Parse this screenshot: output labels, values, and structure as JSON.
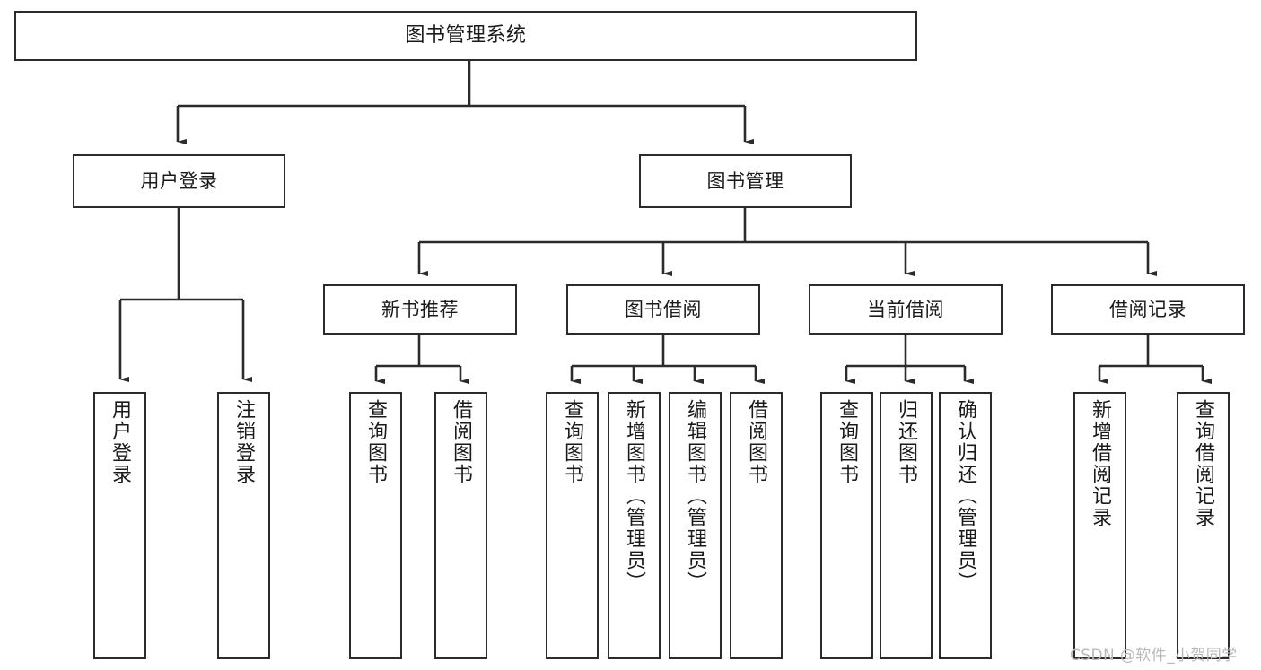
{
  "diagram": {
    "title": "图书管理系统",
    "type": "hierarchy-tree",
    "watermark": "CSDN @软件_小贺同学",
    "colors": {
      "stroke": "#2b2b2b",
      "fill": "#ffffff",
      "text": "#1a1a1a",
      "watermark": "#b9b9b9"
    },
    "levels": {
      "root": [
        "图书管理系统"
      ],
      "level2": [
        "用户登录",
        "图书管理"
      ],
      "level3": [
        "新书推荐",
        "图书借阅",
        "当前借阅",
        "借阅记录"
      ],
      "leaves": [
        "用户登录",
        "注销登录",
        "查询图书",
        "借阅图书",
        "查询图书",
        "新增图书（管理员）",
        "编辑图书（管理员）",
        "借阅图书",
        "查询图书",
        "归还图书",
        "确认归还（管理员）",
        "新增借阅记录",
        "查询借阅记录"
      ]
    },
    "nodes": {
      "root": {
        "label": "图书管理系统"
      },
      "user_login": {
        "label": "用户登录"
      },
      "book_mgmt": {
        "label": "图书管理"
      },
      "new_book_rec": {
        "label": "新书推荐"
      },
      "book_borrow": {
        "label": "图书借阅"
      },
      "current_borrow": {
        "label": "当前借阅"
      },
      "borrow_record": {
        "label": "借阅记录"
      },
      "leaf_user_login": {
        "label": "用户登录"
      },
      "leaf_logout": {
        "label": "注销登录"
      },
      "leaf_query_book_1": {
        "label": "查询图书"
      },
      "leaf_borrow_book_1": {
        "label": "借阅图书"
      },
      "leaf_query_book_2": {
        "label": "查询图书"
      },
      "leaf_add_book_admin": {
        "label": "新增图书（管理员）"
      },
      "leaf_edit_book_admin": {
        "label": "编辑图书（管理员）"
      },
      "leaf_borrow_book_2": {
        "label": "借阅图书"
      },
      "leaf_query_book_3": {
        "label": "查询图书"
      },
      "leaf_return_book": {
        "label": "归还图书"
      },
      "leaf_confirm_return_admin": {
        "label": "确认归还（管理员）"
      },
      "leaf_add_borrow_record": {
        "label": "新增借阅记录"
      },
      "leaf_query_borrow_record": {
        "label": "查询借阅记录"
      }
    }
  }
}
